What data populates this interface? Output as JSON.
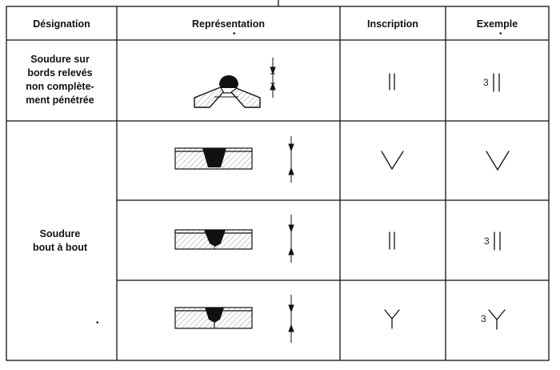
{
  "table": {
    "headers": {
      "designation": "Désignation",
      "representation": "Représentation",
      "inscription": "Inscription",
      "exemple": "Exemple"
    },
    "rows": [
      {
        "designation_lines": [
          "Soudure sur",
          "bords relevés",
          "non complète-",
          "ment pénétrée"
        ],
        "representation_icon": "edge-weld-partial-penetration-icon",
        "inscription": "||",
        "exemple_prefix": "3",
        "exemple_symbol": "||"
      },
      {
        "designation_lines": [
          "Soudure",
          "bout à bout"
        ],
        "representation_icon": "butt-weld-full-v-icon",
        "inscription": "V",
        "exemple_prefix": "",
        "exemple_symbol": "V"
      },
      {
        "representation_icon": "butt-weld-square-partial-icon",
        "inscription": "||",
        "exemple_prefix": "3",
        "exemple_symbol": "||"
      },
      {
        "representation_icon": "butt-weld-y-partial-icon",
        "inscription": "Y",
        "exemple_prefix": "3",
        "exemple_symbol": "Y"
      }
    ]
  }
}
